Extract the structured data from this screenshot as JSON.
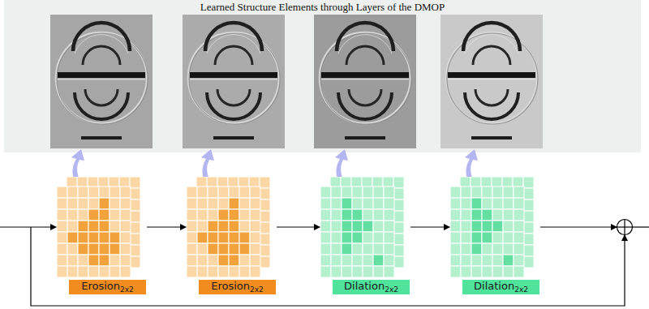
{
  "diagram": {
    "title": "Learned Structure Elements through Layers of the DMOP",
    "nodes": [
      {
        "text": [
          "Erosion",
          "2x2"
        ]
      },
      {
        "text": [
          "Erosion",
          "2x2"
        ]
      },
      {
        "text": [
          "Dilation",
          "2x2"
        ]
      },
      {
        "text": [
          "Dilation",
          "2x2"
        ]
      }
    ],
    "edges": [
      {
        "from": 0,
        "to": 1,
        "arrow": "to"
      },
      {
        "from": 1,
        "to": 2,
        "arrow": "to"
      },
      {
        "from": 2,
        "to": 3,
        "arrow": "to"
      }
    ]
  }
}
